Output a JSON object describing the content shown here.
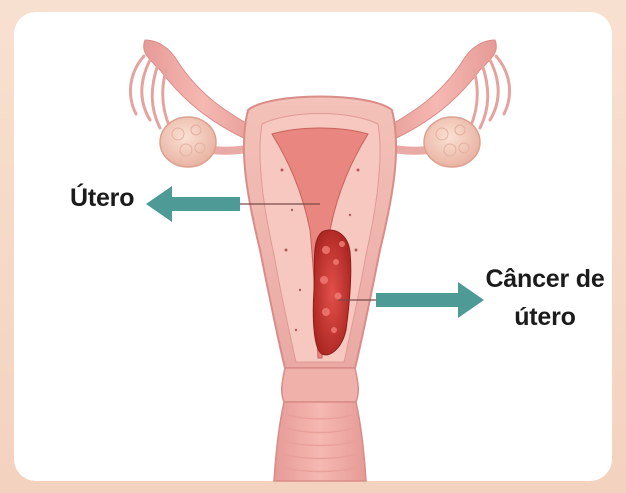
{
  "labels": {
    "uterus": "Útero",
    "cancer_line1": "Câncer de",
    "cancer_line2": "útero"
  },
  "colors": {
    "background": "#f7dccb",
    "card": "#ffffff",
    "arrow": "#4e9a97",
    "tissue": "#f0a8a4",
    "tissue_dark": "#d97e7c",
    "tumor": "#c9302f",
    "label_text": "#1b1b1b"
  }
}
